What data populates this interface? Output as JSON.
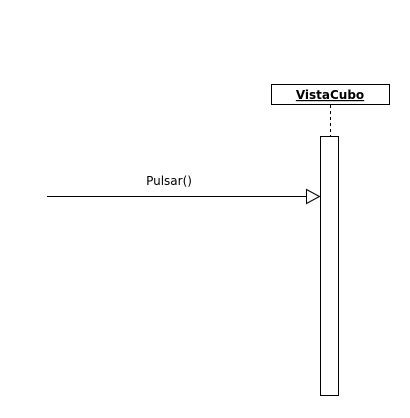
{
  "diagram": {
    "type": "sequence",
    "object": {
      "name": "VistaCubo"
    },
    "message": {
      "label": "Pulsar()"
    }
  }
}
